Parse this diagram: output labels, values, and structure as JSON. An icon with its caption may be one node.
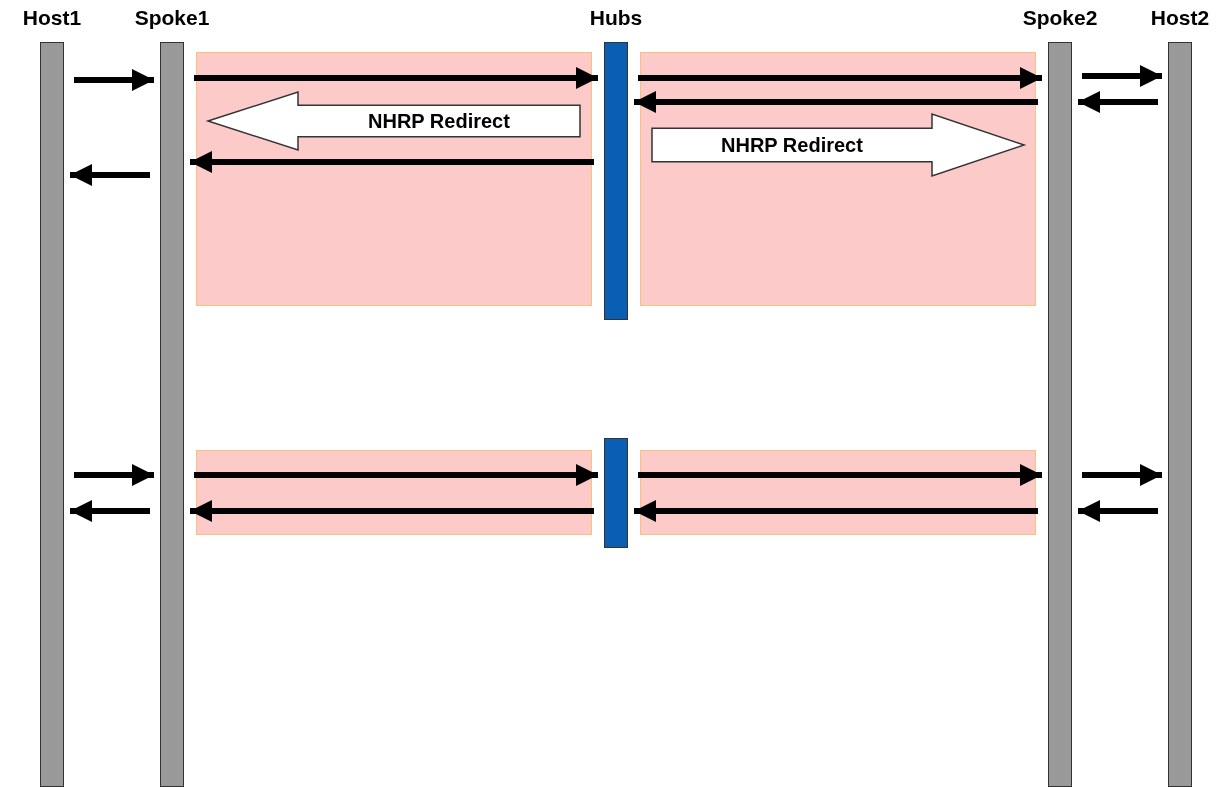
{
  "diagram": {
    "nodes": [
      {
        "text": [
          "Host1"
        ]
      },
      {
        "text": [
          "Spoke1"
        ]
      },
      {
        "text": [
          "Hubs"
        ]
      },
      {
        "text": [
          "Spoke2"
        ]
      },
      {
        "text": [
          "Host2"
        ]
      },
      {
        "text": [],
        "shape": "bar"
      }
    ],
    "edges": [
      {
        "from": 0,
        "to": 1,
        "arrow": "to"
      },
      {
        "from": 1,
        "to": 2,
        "arrow": "to"
      },
      {
        "from": 2,
        "to": 3,
        "arrow": "to"
      },
      {
        "from": 3,
        "to": 4,
        "arrow": "to"
      },
      {
        "from": 4,
        "to": 3,
        "arrow": "to"
      },
      {
        "from": 3,
        "to": 2,
        "arrow": "to"
      },
      {
        "from": 2,
        "to": 1,
        "arrow": "to",
        "label": "NHRP Redirect"
      },
      {
        "from": 2,
        "to": 3,
        "arrow": "to",
        "label": "NHRP Redirect"
      },
      {
        "from": 2,
        "to": 1,
        "arrow": "to"
      },
      {
        "from": 1,
        "to": 0,
        "arrow": "to"
      },
      {
        "from": 0,
        "to": 1,
        "arrow": "to"
      },
      {
        "from": 1,
        "to": 5,
        "arrow": "to"
      },
      {
        "from": 5,
        "to": 3,
        "arrow": "to"
      },
      {
        "from": 3,
        "to": 4,
        "arrow": "to"
      },
      {
        "from": 4,
        "to": 3,
        "arrow": "to"
      },
      {
        "from": 3,
        "to": 5,
        "arrow": "to"
      },
      {
        "from": 5,
        "to": 1,
        "arrow": "to"
      },
      {
        "from": 1,
        "to": 0,
        "arrow": "to"
      }
    ]
  }
}
